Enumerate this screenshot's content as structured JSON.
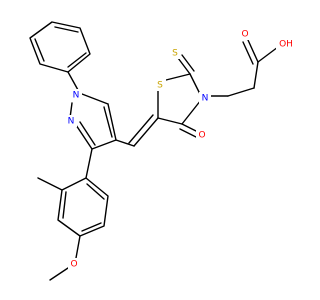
{
  "atoms": {
    "oxygen_acid_double": "O",
    "oxygen_acid_oh": "OH",
    "sulfur_thione": "S",
    "sulfur_ring": "S",
    "nitrogen_ring": "N",
    "oxygen_ketone": "O",
    "nitrogen_1": "N",
    "nitrogen_2": "N",
    "oxygen_methoxy": "O"
  },
  "colors": {
    "oxygen": "#ff0000",
    "sulfur": "#c9a400",
    "nitrogen": "#0000ff",
    "carbon": "#000000"
  }
}
